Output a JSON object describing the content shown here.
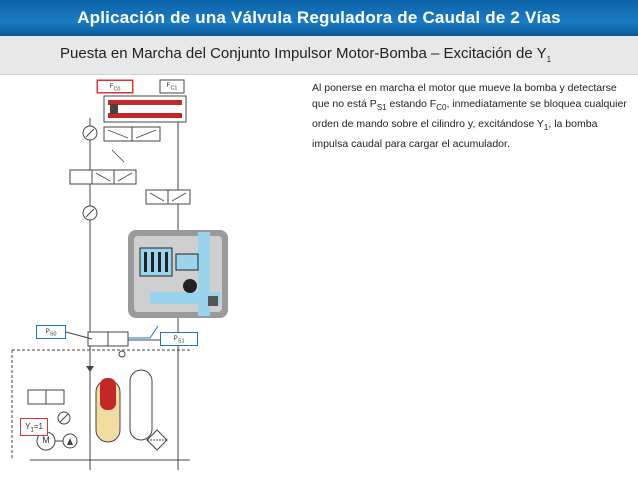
{
  "slide": {
    "title": "Aplicación de una Válvula Reguladora de Caudal de 2 Vías",
    "subtitle_main": "Puesta en Marcha del Conjunto Impulsor Motor-Bomba – Excitación de Y",
    "subtitle_sub": "1"
  },
  "description": {
    "t1": "Al ponerse en marcha el motor que mueve la bomba y detectarse que no está P",
    "s1": "S1",
    "t2": " estando F",
    "s2": "C0",
    "t3": ", inmediatamente se bloquea cualquier orden de mando sobre el cilindro y, excitándose Y",
    "s3": "1",
    "t4": ", la bomba impulsa caudal para cargar el acumulador."
  },
  "diagram": {
    "labels": {
      "fc0": "F",
      "fc0_sub": "C0",
      "fc1": "F",
      "fc1_sub": "C1",
      "ps0": "P",
      "ps0_sub": "S0",
      "ps1": "P",
      "ps1_sub": "S1",
      "y1": "Y",
      "y1_sub": "1",
      "y1_value": "=1",
      "motor": "M"
    },
    "colors": {
      "oil_pressure": "#c42727",
      "oil_low": "#9ad3ec",
      "accumulator": "#f2dda0",
      "valve_body": "#bdbdbd",
      "line": "#444444"
    }
  }
}
